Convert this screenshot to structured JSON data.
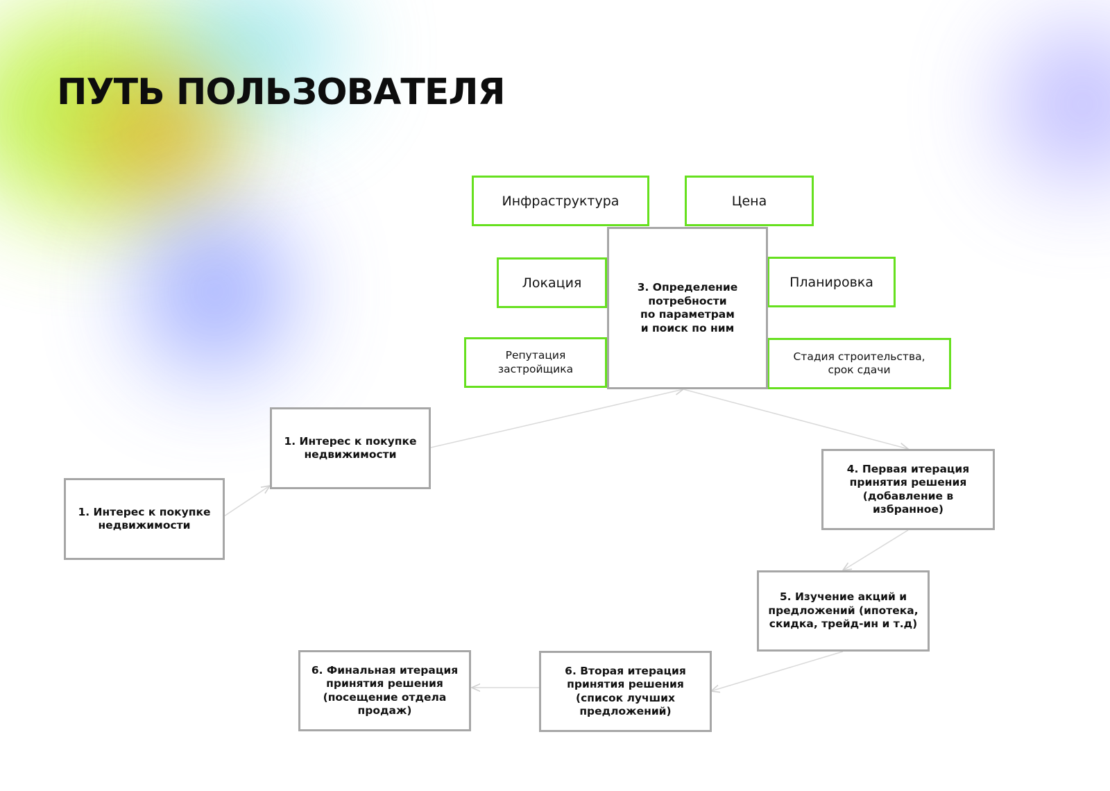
{
  "title": "ПУТЬ ПОЛЬЗОВАТЕЛЯ",
  "colors": {
    "step_border": "#a6a6a6",
    "param_border": "#66e01e",
    "connector": "#d9d9d9",
    "title": "#0d0d0d"
  },
  "steps": {
    "step1a": "1. Интерес к покупке\nнедвижимости",
    "step1b": "1. Интерес к покупке\nнедвижимости",
    "step3": "3. Определение\nпотребности\nпо параметрам\nи поиск по ним",
    "step4": "4. Первая итерация\nпринятия решения\n(добавление в\nизбранное)",
    "step5": "5. Изучение акций и\nпредложений (ипотека,\nскидка, трейд-ин и т.д)",
    "step6_second": "6. Вторая итерация\nпринятия решения\n(список лучших\nпредложений)",
    "step6_final": "6. Финальная итерация\nпринятия решения\n(посещение отдела\nпродаж)"
  },
  "params": {
    "infrastructure": "Инфраструктура",
    "price": "Цена",
    "location": "Локация",
    "layout": "Планировка",
    "developer_reputation": "Репутация\nзастройщика",
    "construction_stage": "Стадия строительства,\nсрок сдачи"
  }
}
